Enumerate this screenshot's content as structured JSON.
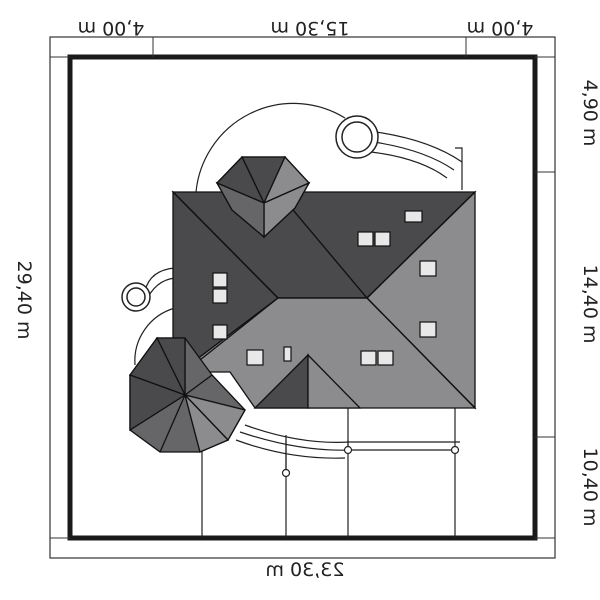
{
  "dimensions": {
    "top_left": "4,00 m",
    "top_center": "15,30 m",
    "top_right": "4,00 m",
    "bottom": "23,30 m",
    "left": "29,40 m",
    "right_top": "4,90 m",
    "right_middle": "14,40 m",
    "right_bottom": "10,40 m"
  },
  "colors": {
    "dark_roof": "#4a4a4c",
    "medium_roof": "#666668",
    "light_roof": "#8c8c8e",
    "outline": "#111111",
    "window": "#e8e8e8",
    "lot_border": "#1a1a1a"
  }
}
